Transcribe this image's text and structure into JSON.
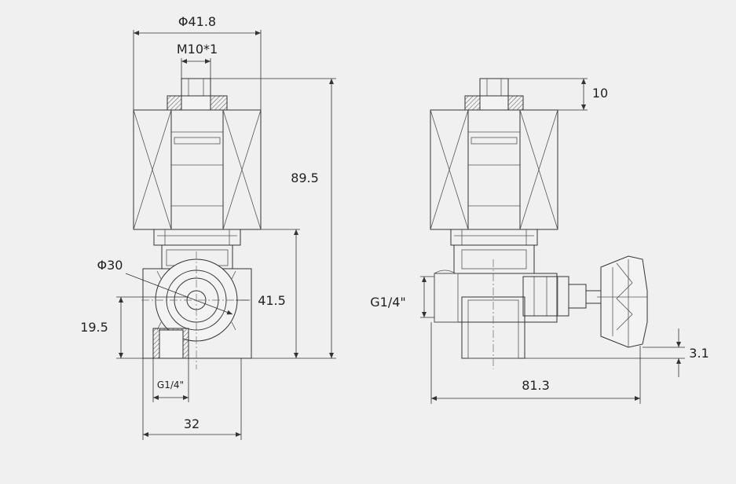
{
  "left_view": {
    "dim_outer_diameter": "Φ41.8",
    "dim_thread": "M10*1",
    "dim_total_height": "89.5",
    "dim_body_diameter": "Φ30",
    "dim_body_height": "41.5",
    "dim_port_height": "19.5",
    "dim_port_thread": "G1/4\"",
    "dim_width": "32"
  },
  "right_view": {
    "dim_top": "10",
    "dim_port_thread": "G1/4\"",
    "dim_bottom_offset": "3.1",
    "dim_length": "81.3"
  }
}
